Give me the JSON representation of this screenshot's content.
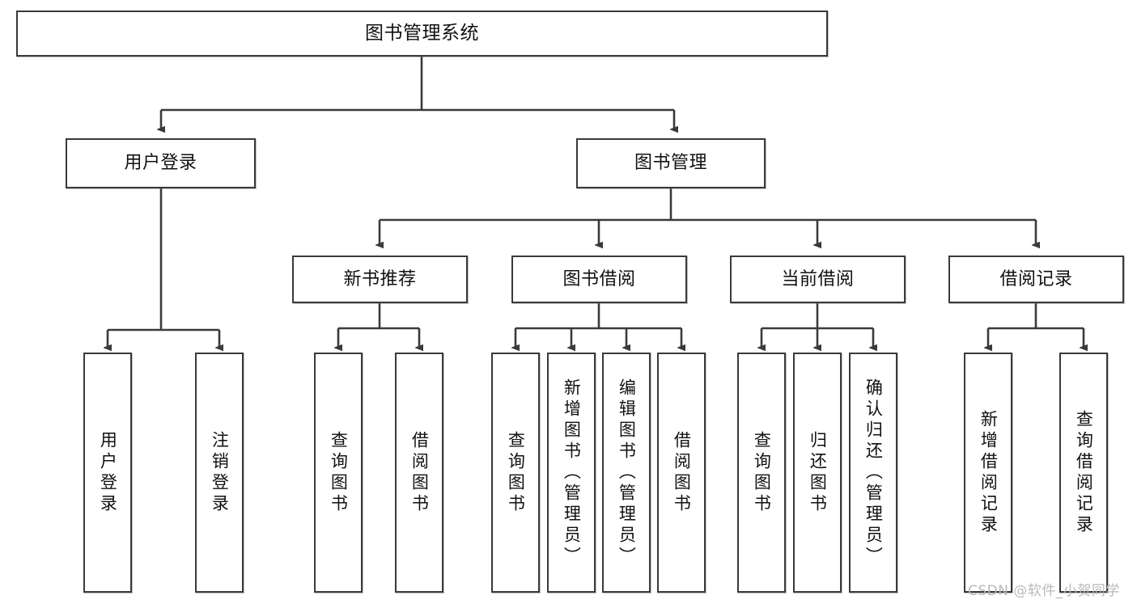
{
  "diagram": {
    "type": "tree",
    "title": "图书管理系统",
    "root": {
      "label": "图书管理系统"
    },
    "level2": [
      {
        "label": "用户登录"
      },
      {
        "label": "图书管理"
      }
    ],
    "level3": [
      {
        "label": "新书推荐"
      },
      {
        "label": "图书借阅"
      },
      {
        "label": "当前借阅"
      },
      {
        "label": "借阅记录"
      }
    ],
    "leaves": {
      "user_login": [
        {
          "label": "用户登录"
        },
        {
          "label": "注销登录"
        }
      ],
      "new_book_recommend": [
        {
          "label": "查询图书"
        },
        {
          "label": "借阅图书"
        }
      ],
      "book_borrow": [
        {
          "label": "查询图书"
        },
        {
          "label": "新增图书（管理员）"
        },
        {
          "label": "编辑图书（管理员）"
        },
        {
          "label": "借阅图书"
        }
      ],
      "current_borrow": [
        {
          "label": "查询图书"
        },
        {
          "label": "归还图书"
        },
        {
          "label": "确认归还（管理员）"
        }
      ],
      "borrow_record": [
        {
          "label": "新增借阅记录"
        },
        {
          "label": "查询借阅记录"
        }
      ]
    }
  },
  "watermark": {
    "text": "CSDN @软件_小贺同学"
  },
  "colors": {
    "background": "#ffffff",
    "node_border": "#3a3a3a",
    "node_fill": "#ffffff",
    "text": "#111111",
    "connector": "#3a3a3a",
    "watermark": "#b9b9b9"
  }
}
